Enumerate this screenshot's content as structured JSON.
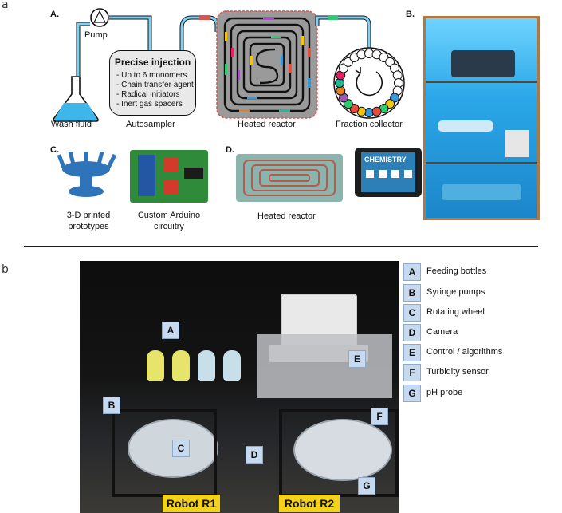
{
  "part_a": {
    "letter": "a",
    "panel_A": "A.",
    "panel_B": "B.",
    "panel_C": "C.",
    "panel_D": "D.",
    "pump": "Pump",
    "wash_fluid": "Wash fluid",
    "autosampler": "Autosampler",
    "heated_reactor": "Heated reactor",
    "fraction_collector": "Fraction collector",
    "injection_title": "Precise injection",
    "injection_items": [
      "- Up to 6 monomers",
      "- Chain transfer agent",
      "- Radical initiators",
      "- Inert gas spacers"
    ],
    "prototypes_l1": "3-D printed",
    "prototypes_l2": "prototypes",
    "arduino_l1": "Custom Arduino",
    "arduino_l2": "circuitry",
    "heated_reactor_d": "Heated reactor",
    "screen_text": "CHEMISTRY"
  },
  "part_b": {
    "letter": "b",
    "tags": [
      "A",
      "B",
      "C",
      "D",
      "E",
      "F",
      "G"
    ],
    "legend": [
      {
        "key": "A",
        "text": "Feeding bottles"
      },
      {
        "key": "B",
        "text": "Syringe pumps"
      },
      {
        "key": "C",
        "text": "Rotating wheel"
      },
      {
        "key": "D",
        "text": "Camera"
      },
      {
        "key": "E",
        "text": "Control / algorithms"
      },
      {
        "key": "F",
        "text": "Turbidity sensor"
      },
      {
        "key": "G",
        "text": "pH probe"
      }
    ],
    "robot_r1": "Robot R1",
    "robot_r2": "Robot R2"
  },
  "colors": {
    "fluid": "#3fb6ea",
    "reactor_bg": "#9a9a9a",
    "reactor_border": "#d9534f",
    "tag_bg": "#c6d9ef",
    "robot_label": "#f4d219"
  }
}
